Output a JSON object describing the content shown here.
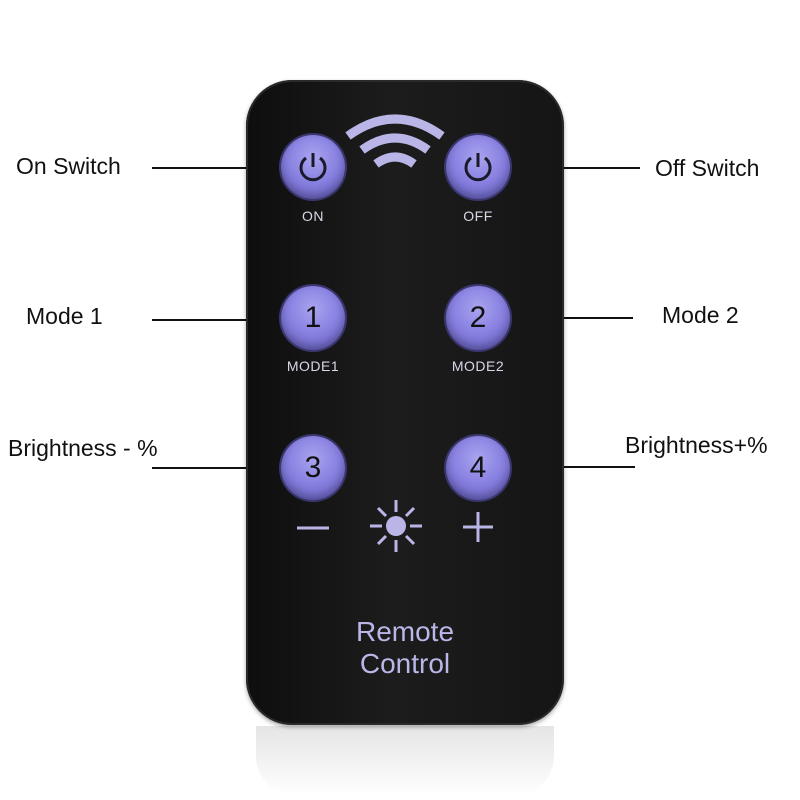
{
  "callouts": {
    "on_switch": "On Switch",
    "off_switch": "Off Switch",
    "mode_1": "Mode 1",
    "mode_2": "Mode 2",
    "brightness_minus": "Brightness - %",
    "brightness_plus": "Brightness+%"
  },
  "remote": {
    "buttons": {
      "on": {
        "label": "ON",
        "icon": "power-icon"
      },
      "off": {
        "label": "OFF",
        "icon": "power-icon"
      },
      "mode1": {
        "number": "1",
        "label": "MODE1"
      },
      "mode2": {
        "number": "2",
        "label": "MODE2"
      },
      "dim": {
        "number": "3"
      },
      "bright": {
        "number": "4"
      }
    },
    "brand_line1": "Remote",
    "brand_line2": "Control",
    "icons": [
      "signal-icon",
      "minus-icon",
      "sun-icon",
      "plus-icon"
    ]
  },
  "colors": {
    "button": "#8a83e2",
    "body": "#151515",
    "print": "#b9b6e8"
  }
}
